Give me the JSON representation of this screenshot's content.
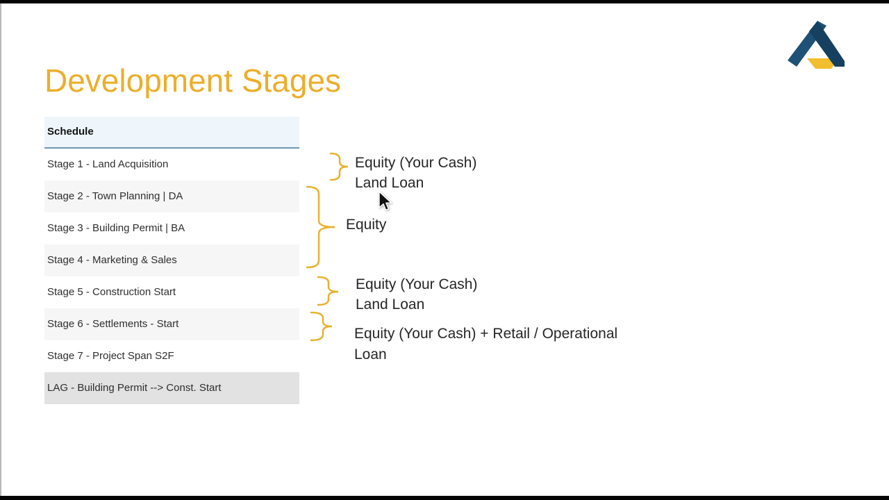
{
  "slide": {
    "title": "Development Stages"
  },
  "logo": {
    "name": "archistar-logo",
    "navy_left": "#1F5176",
    "navy_right": "#16405F",
    "gold": "#F2BD2F"
  },
  "table": {
    "header": "Schedule",
    "rows": [
      {
        "label": "Stage 1 - Land Acquisition",
        "variant": "white"
      },
      {
        "label": "Stage 2 - Town Planning | DA",
        "variant": "gray"
      },
      {
        "label": "Stage 3 - Building Permit | BA",
        "variant": "white"
      },
      {
        "label": "Stage 4 - Marketing & Sales",
        "variant": "gray"
      },
      {
        "label": "Stage 5 - Construction Start",
        "variant": "white"
      },
      {
        "label": "Stage 6 - Settlements - Start",
        "variant": "gray"
      },
      {
        "label": "Stage 7 - Project Span S2F",
        "variant": "white"
      },
      {
        "label": "LAG - Building Permit --> Const. Start",
        "variant": "dark-gray"
      }
    ]
  },
  "annotations": [
    {
      "target": "stage-1",
      "lines": [
        "Equity (Your Cash)",
        "Land Loan"
      ]
    },
    {
      "target": "stages-2-to-4",
      "lines": [
        "Equity"
      ]
    },
    {
      "target": "stage-5",
      "lines": [
        "Equity (Your Cash)",
        "Land Loan"
      ]
    },
    {
      "target": "stage-6",
      "lines": [
        "Equity (Your Cash) + Retail / Operational",
        "Loan"
      ]
    }
  ],
  "colors": {
    "title_gold": "#ECAE2A",
    "brace_gold": "#E8B12F",
    "header_bg": "#EEF5FB",
    "header_border": "#6F96AF",
    "row_alt_bg": "#F6F6F6",
    "row_dark_bg": "#E2E2E2"
  }
}
